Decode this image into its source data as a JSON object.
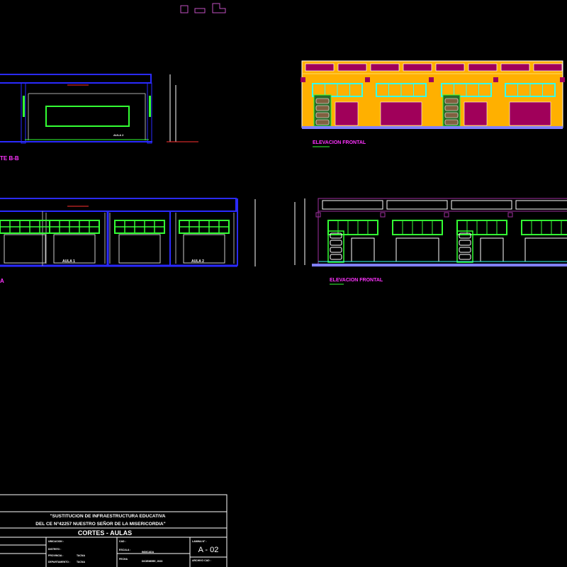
{
  "drawing": {
    "section_bb": {
      "label": "TE B-B",
      "room_label": "AULA 2"
    },
    "section_aa": {
      "label": "A",
      "rooms": [
        "AULA 1",
        "AULA 2"
      ]
    },
    "elevation_colored": {
      "label": "ELEVACION FRONTAL"
    },
    "elevation_lines": {
      "label": "ELEVACION FRONTAL"
    }
  },
  "title_block": {
    "project_line1": "\"SUSTITUCION DE INFRAESTRUCTURA  EDUCATIVA",
    "project_line2": "DEL CE N°42257 NUESTRO SEÑOR DE LA MISERICORDIA\"",
    "sheet_title": "CORTES - AULAS",
    "ubicacion_label": "UBICACION :",
    "distrito_label": "DISTRITO :",
    "provincia_label": "PROVINCIA :",
    "provincia_value": "TACNA",
    "departamento_label": "DEPARTAMENTO :",
    "departamento_value": "TACNA",
    "cad_label": "CAD :",
    "escala_label": "ESCALA :",
    "escala_value": "INDICADA",
    "fecha_label": "FECHA",
    "fecha_value": "DICIEMBRE, 2023",
    "lamina_label": "LAMINA N° :",
    "lamina_value": "A - 02",
    "archivo_label": "ARCHIVO CAD :"
  },
  "colors": {
    "background": "#000000",
    "wall_blue": "#2a2aff",
    "window_green": "#33ff33",
    "facade_orange": "#ffb000",
    "panel_magenta": "#a0005a",
    "window_cyan": "#33ffee",
    "label_magenta": "#ff33ff",
    "dim_white": "#ffffff"
  }
}
